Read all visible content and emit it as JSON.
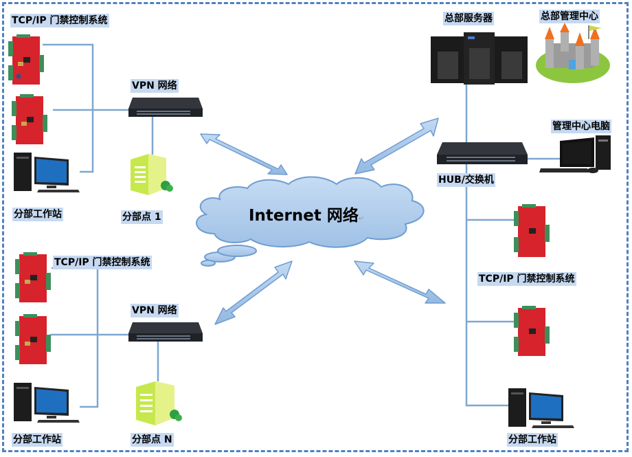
{
  "diagram": {
    "title": "Internet 网络",
    "colors": {
      "border": "#4f81bd",
      "connector": "#7da7d0",
      "label_bg": "#c6d9f1",
      "cloud_fill": "#b9d3ee",
      "arrow_fill": "#a9c8ea",
      "board_red": "#d6232c",
      "switch_dark": "#2a2d33",
      "building_green": "#c7e84c"
    },
    "labels": {
      "tcpip_top_left": "TCP/IP 门禁控制系统",
      "vpn_top": "VPN 网络",
      "workstation_top_left": "分部工作站",
      "branch_1": "分部点 1",
      "tcpip_bottom_left": "TCP/IP 门禁控制系统",
      "vpn_bottom": "VPN 网络",
      "workstation_bottom_left": "分部工作站",
      "branch_n": "分部点 N",
      "hq_servers": "总部服务器",
      "hq_management": "总部管理中心",
      "mgmt_pc": "管理中心电脑",
      "hub_switch": "HUB/交换机",
      "tcpip_right": "TCP/IP 门禁控制系统",
      "workstation_right": "分部工作站"
    },
    "para_mark": "↵",
    "nodes": [
      {
        "id": "internet-cloud",
        "type": "cloud"
      },
      {
        "id": "vpn-switch-top",
        "type": "switch"
      },
      {
        "id": "vpn-switch-bottom",
        "type": "switch"
      },
      {
        "id": "hub-switch",
        "type": "switch"
      },
      {
        "id": "hq-servers",
        "type": "server"
      },
      {
        "id": "hq-castle",
        "type": "castle"
      },
      {
        "id": "branch-1",
        "type": "building"
      },
      {
        "id": "branch-n",
        "type": "building"
      }
    ],
    "links": [
      {
        "from": "vpn-switch-top",
        "to": "internet-cloud",
        "style": "double-arrow"
      },
      {
        "from": "vpn-switch-bottom",
        "to": "internet-cloud",
        "style": "double-arrow"
      },
      {
        "from": "hub-switch",
        "to": "internet-cloud",
        "style": "double-arrow"
      },
      {
        "from": "right-branch",
        "to": "internet-cloud",
        "style": "double-arrow"
      }
    ]
  }
}
